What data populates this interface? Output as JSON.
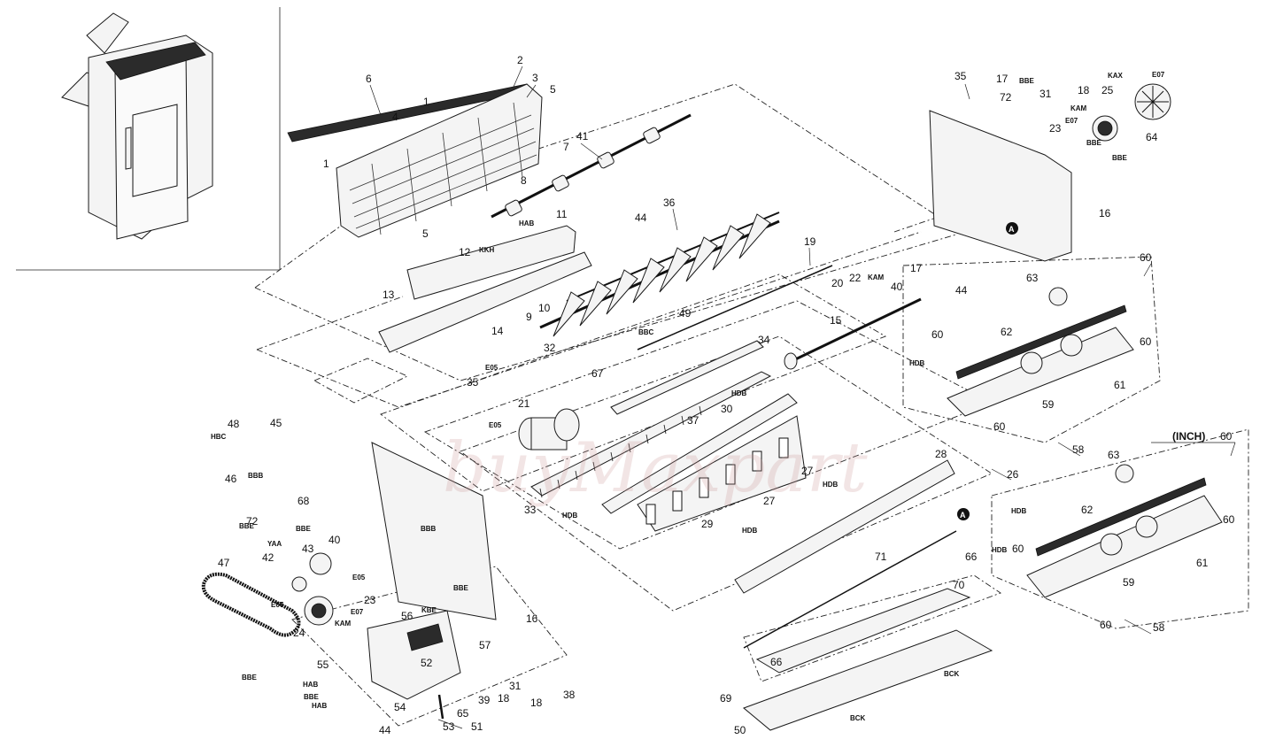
{
  "inset": {
    "caption": ""
  },
  "marker": {
    "letter": "A"
  },
  "watermark": {
    "text": "buyMaxpart"
  },
  "inch_label": "(INCH)",
  "callouts": {
    "c1a": "1",
    "c1b": "1",
    "c2": "2",
    "c3": "3",
    "c4": "4",
    "c5a": "5",
    "c5b": "5",
    "c6": "6",
    "c7": "7",
    "c8": "8",
    "c9": "9",
    "c10": "10",
    "c11": "11",
    "c12": "12",
    "c13": "13",
    "c14": "14",
    "c15": "15",
    "c16a": "16",
    "c16b": "16",
    "c17a": "17",
    "c17b": "17",
    "c18a": "18",
    "c18b": "18",
    "c18c": "18",
    "c19": "19",
    "c20": "20",
    "c21": "21",
    "c22": "22",
    "c23a": "23",
    "c23b": "23",
    "c24": "24",
    "c25": "25",
    "c26": "26",
    "c27a": "27",
    "c27b": "27",
    "c28": "28",
    "c29": "29",
    "c30": "30",
    "c31a": "31",
    "c31b": "31",
    "c32": "32",
    "c33": "33",
    "c34": "34",
    "c35a": "35",
    "c35b": "35",
    "c36": "36",
    "c37": "37",
    "c38": "38",
    "c39": "39",
    "c40a": "40",
    "c40b": "40",
    "c41": "41",
    "c42": "42",
    "c43": "43",
    "c44a": "44",
    "c44b": "44",
    "c44c": "44",
    "c45": "45",
    "c46": "46",
    "c47": "47",
    "c48": "48",
    "c49": "49",
    "c50": "50",
    "c51": "51",
    "c52": "52",
    "c53": "53",
    "c54": "54",
    "c55": "55",
    "c56": "56",
    "c57": "57",
    "c58a": "58",
    "c58b": "58",
    "c59a": "59",
    "c59b": "59",
    "c60a": "60",
    "c60b": "60",
    "c60c": "60",
    "c60d": "60",
    "c60e": "60",
    "c60f": "60",
    "c60g": "60",
    "c61a": "61",
    "c61b": "61",
    "c62a": "62",
    "c62b": "62",
    "c63a": "63",
    "c63b": "63",
    "c64": "64",
    "c65": "65",
    "c66a": "66",
    "c66b": "66",
    "c67": "67",
    "c68": "68",
    "c69": "69",
    "c70": "70",
    "c71": "71",
    "c72a": "72",
    "c72b": "72"
  },
  "codes": {
    "bbe1": "BBE",
    "bbe2": "BBE",
    "bbe3": "BBE",
    "bbe4": "BBE",
    "bbe5": "BBE",
    "bbe6": "BBE",
    "bbe7": "BBE",
    "bbe8": "BBE",
    "kax": "KAX",
    "kam1": "KAM",
    "kam2": "KAM",
    "kam3": "KAM",
    "e07a": "E07",
    "e07b": "E07",
    "e07c": "E07",
    "e07d": "E07",
    "e05a": "E05",
    "e05b": "E05",
    "e05c": "E05",
    "hab1": "HAB",
    "hab2": "HAB",
    "hab3": "HAB",
    "kkh": "KKH",
    "bbc": "BBC",
    "hbc": "HBC",
    "bbb1": "BBB",
    "bbb2": "BBB",
    "hdb1": "HDB",
    "hdb2": "HDB",
    "hdb3": "HDB",
    "hdb4": "HDB",
    "hdb5": "HDB",
    "hdb6": "HDB",
    "hdb7": "HDB",
    "yaa": "YAA",
    "kbe": "KBE",
    "bck1": "BCK",
    "bck2": "BCK"
  }
}
